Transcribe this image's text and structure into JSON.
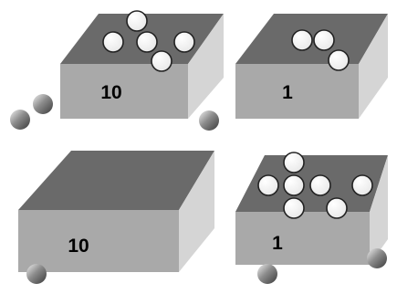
{
  "colors": {
    "background": "#ffffff",
    "box_top": "#6a6a6a",
    "box_front": "#a9a9a9",
    "box_side": "#d5d5d5",
    "counter_light": "#ffffff",
    "counter_dark": "#222222",
    "label": "#000000"
  },
  "boxes": [
    {
      "name": "box-top-left",
      "label": "10",
      "counters_on_top": 5
    },
    {
      "name": "box-top-right",
      "label": "1",
      "counters_on_top": 3
    },
    {
      "name": "box-bottom-left",
      "label": "10",
      "counters_on_top": 0
    },
    {
      "name": "box-bottom-right",
      "label": "1",
      "counters_on_top": 7
    }
  ],
  "loose_counters": {
    "count": 6
  }
}
